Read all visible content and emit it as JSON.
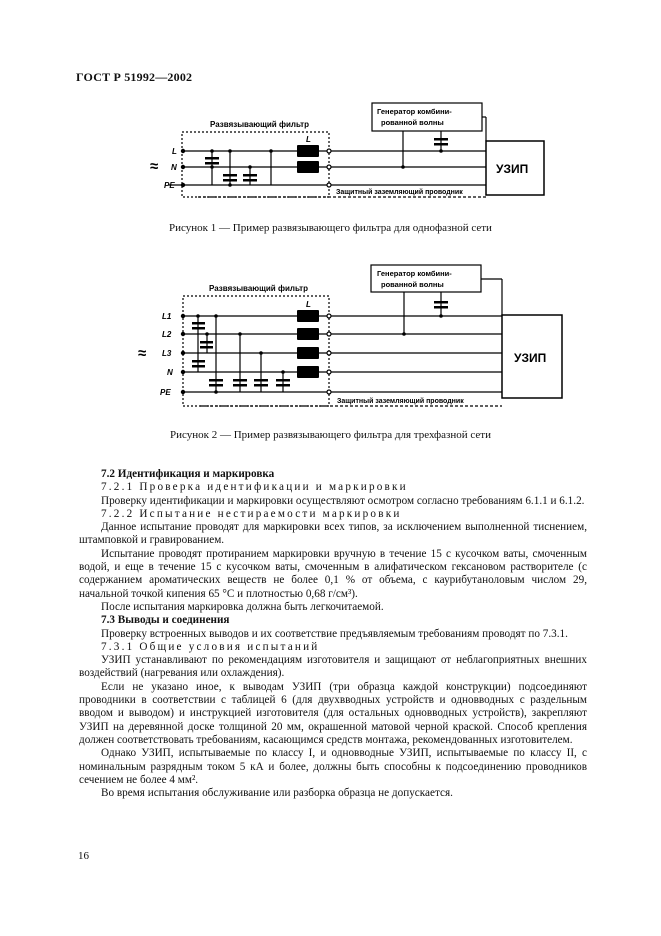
{
  "header": {
    "doc_code": "ГОСТ Р 51992—2002"
  },
  "figure1": {
    "filter_label": "Развязывающий фильтр",
    "generator_label_line1": "Генератор комбини-",
    "generator_label_line2": "рованной волны",
    "device_label": "УЗИП",
    "conductor_label": "Защитный заземляющий проводник",
    "inductor_label": "L",
    "line_labels": [
      "L",
      "N",
      "PE"
    ],
    "ac_symbol": "≈",
    "caption": "Рисунок 1 — Пример развязывающего фильтра для однофазной сети"
  },
  "figure2": {
    "filter_label": "Развязывающий фильтр",
    "generator_label_line1": "Генератор комбини-",
    "generator_label_line2": "рованной волны",
    "device_label": "УЗИП",
    "conductor_label": "Защитный заземляющий проводник",
    "inductor_label": "L",
    "line_labels": [
      "L1",
      "L2",
      "L3",
      "N",
      "PE"
    ],
    "ac_symbol": "≈",
    "caption": "Рисунок 2 — Пример развязывающего фильтра для трехфазной сети"
  },
  "body": {
    "p1": "7.2 Идентификация и маркировка",
    "p2": "7.2.1 Проверка идентификации и маркировки",
    "p3": "Проверку идентификации и маркировки осуществляют осмотром согласно требованиям 6.1.1 и 6.1.2.",
    "p4": "7.2.2 Испытание нестираемости маркировки",
    "p5": "Данное испытание проводят для маркировки всех типов, за исключением выполненной тиснением, штамповкой и гравированием.",
    "p6": "Испытание проводят протиранием маркировки вручную в течение 15 с кусочком ваты, смоченным водой, и еще в течение 15 с кусочком ваты, смоченным в алифатическом гексановом растворителе (с содержанием ароматических веществ не более 0,1 % от объема, с каурибутаноловым числом 29, начальной точкой кипения 65 °С и плотностью 0,68 г/см³).",
    "p7": "После испытания маркировка должна быть легкочитаемой.",
    "p8": "7.3 Выводы и соединения",
    "p9": "Проверку встроенных выводов и их соответствие предъявляемым требованиям проводят по 7.3.1.",
    "p10": "7.3.1 Общие условия испытаний",
    "p11": "УЗИП устанавливают по рекомендациям изготовителя и защищают от неблагоприятных внешних воздействий (нагревания или охлаждения).",
    "p12": "Если не указано иное, к выводам УЗИП (три образца каждой конструкции) подсоединяют проводники в соответствии с таблицей 6 (для двухвводных устройств и одновводных с раздельным вводом и выводом) и инструкцией изготовителя (для остальных одновводных устройств), закрепляют УЗИП на деревянной доске толщиной 20 мм, окрашенной матовой черной краской. Способ крепления должен соответствовать требованиям, касающимся средств монтажа, рекомендованных изготовителем.",
    "p13": "Однако УЗИП, испытываемые по классу I, и одновводные УЗИП, испытываемые по классу II, с номинальным разрядным током 5 кА и более, должны быть способны к подсоединению проводников сечением не более 4 мм².",
    "p14": "Во время испытания обслуживание или разборка образца не допускается."
  },
  "footer": {
    "page_number": "16"
  }
}
